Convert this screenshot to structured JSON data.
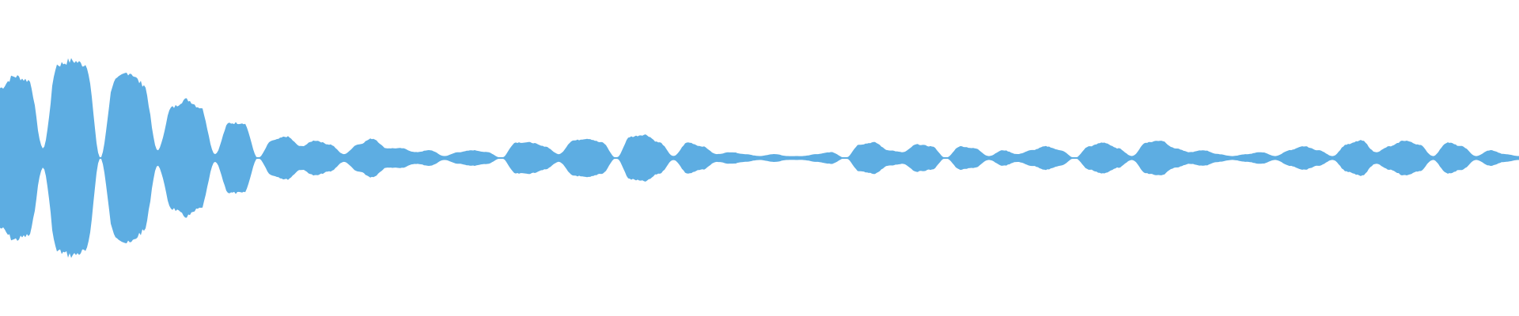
{
  "waveform": {
    "color": "#5dade2",
    "envelope": [
      0.36,
      0.42,
      0.4,
      0.05,
      0.48,
      0.5,
      0.48,
      0.0,
      0.4,
      0.44,
      0.38,
      0.04,
      0.26,
      0.3,
      0.26,
      0.02,
      0.18,
      0.18,
      0.0,
      0.09,
      0.11,
      0.06,
      0.09,
      0.07,
      0.02,
      0.07,
      0.1,
      0.05,
      0.05,
      0.03,
      0.04,
      0.01,
      0.03,
      0.04,
      0.03,
      0.0,
      0.08,
      0.08,
      0.06,
      0.02,
      0.09,
      0.1,
      0.08,
      0.0,
      0.11,
      0.12,
      0.08,
      0.01,
      0.08,
      0.06,
      0.02,
      0.03,
      0.02,
      0.01,
      0.02,
      0.01,
      0.01,
      0.02,
      0.03,
      0.0,
      0.07,
      0.08,
      0.04,
      0.03,
      0.07,
      0.06,
      0.0,
      0.06,
      0.05,
      0.01,
      0.04,
      0.02,
      0.04,
      0.06,
      0.04,
      0.0,
      0.06,
      0.08,
      0.05,
      0.01,
      0.08,
      0.09,
      0.05,
      0.03,
      0.04,
      0.02,
      0.01,
      0.02,
      0.03,
      0.01,
      0.04,
      0.06,
      0.04,
      0.01,
      0.07,
      0.09,
      0.03,
      0.06,
      0.09,
      0.07,
      0.01,
      0.08,
      0.06,
      0.01,
      0.04,
      0.02,
      0.01
    ]
  }
}
